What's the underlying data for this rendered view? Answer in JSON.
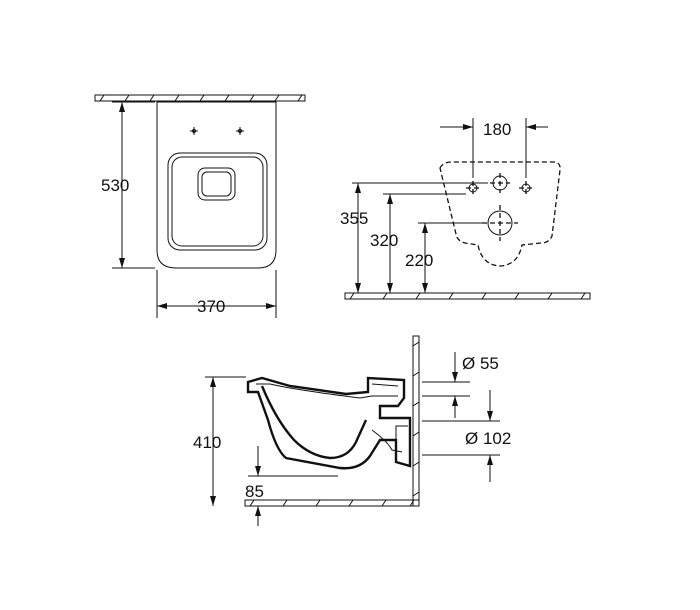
{
  "top_view": {
    "height_label": "530",
    "width_label": "370"
  },
  "front_view": {
    "hole_spacing_label": "180",
    "height_355_label": "355",
    "height_320_label": "320",
    "height_220_label": "220"
  },
  "side_view": {
    "height_label": "410",
    "bottom_label": "85",
    "inlet_diameter_label": "Ø 55",
    "outlet_diameter_label": "Ø 102"
  }
}
